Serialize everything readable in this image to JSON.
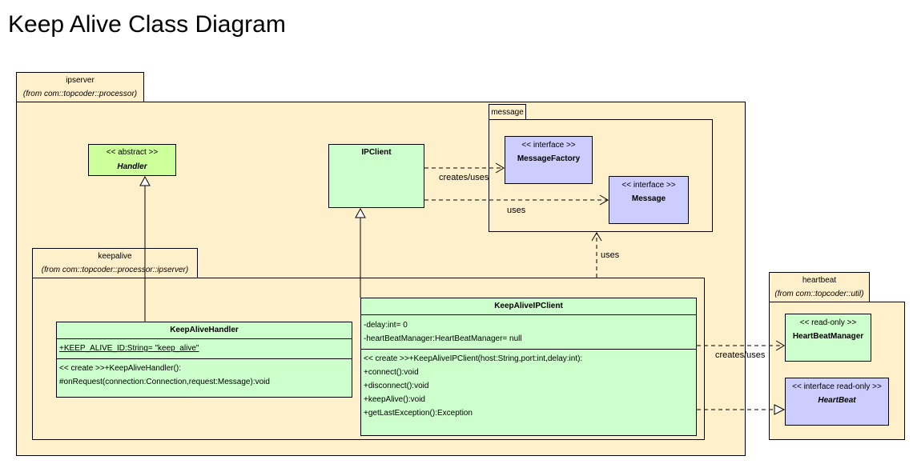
{
  "title": "Keep Alive Class Diagram",
  "packages": {
    "ipserver": {
      "name": "ipserver",
      "from": "(from com::topcoder::processor)"
    },
    "message": {
      "name": "message"
    },
    "keepalive": {
      "name": "keepalive",
      "from": "(from com::topcoder::processor::ipserver)"
    },
    "heartbeat": {
      "name": "heartbeat",
      "from": "(from com::topcoder::util)"
    }
  },
  "classes": {
    "handler": {
      "stereotype": "<< abstract >>",
      "name": "Handler"
    },
    "ipclient": {
      "name": "IPClient"
    },
    "message_factory": {
      "stereotype": "<< interface >>",
      "name": "MessageFactory"
    },
    "message": {
      "stereotype": "<< interface >>",
      "name": "Message"
    },
    "keep_alive_handler": {
      "name": "KeepAliveHandler",
      "attributes": [
        "+KEEP_ALIVE_ID:String= \"keep_alive\""
      ],
      "operations": [
        "<< create >>+KeepAliveHandler():",
        "#onRequest(connection:Connection,request:Message):void"
      ]
    },
    "keep_alive_ipclient": {
      "name": "KeepAliveIPClient",
      "attributes": [
        "-delay:int= 0",
        "-heartBeatManager:HeartBeatManager= null"
      ],
      "operations": [
        "<< create >>+KeepAliveIPClient(host:String,port:int,delay:int):",
        "+connect():void",
        "+disconnect():void",
        "+keepAlive():void",
        "+getLastException():Exception"
      ]
    },
    "heartbeat_manager": {
      "stereotype": "<< read-only >>",
      "name": "HeartBeatManager"
    },
    "heartbeat": {
      "stereotype": "<< interface read-only >>",
      "name": "HeartBeat"
    }
  },
  "relations": {
    "ipclient_factory": "creates/uses",
    "ipclient_message": "uses",
    "keepalive_message": "uses",
    "keepalive_heartbeat": "creates/uses"
  },
  "colors": {
    "package_fill": "#fff0cc",
    "class_fill": "#ccffcc",
    "abstract_fill": "#ccff99",
    "interface_fill": "#ccccff"
  }
}
